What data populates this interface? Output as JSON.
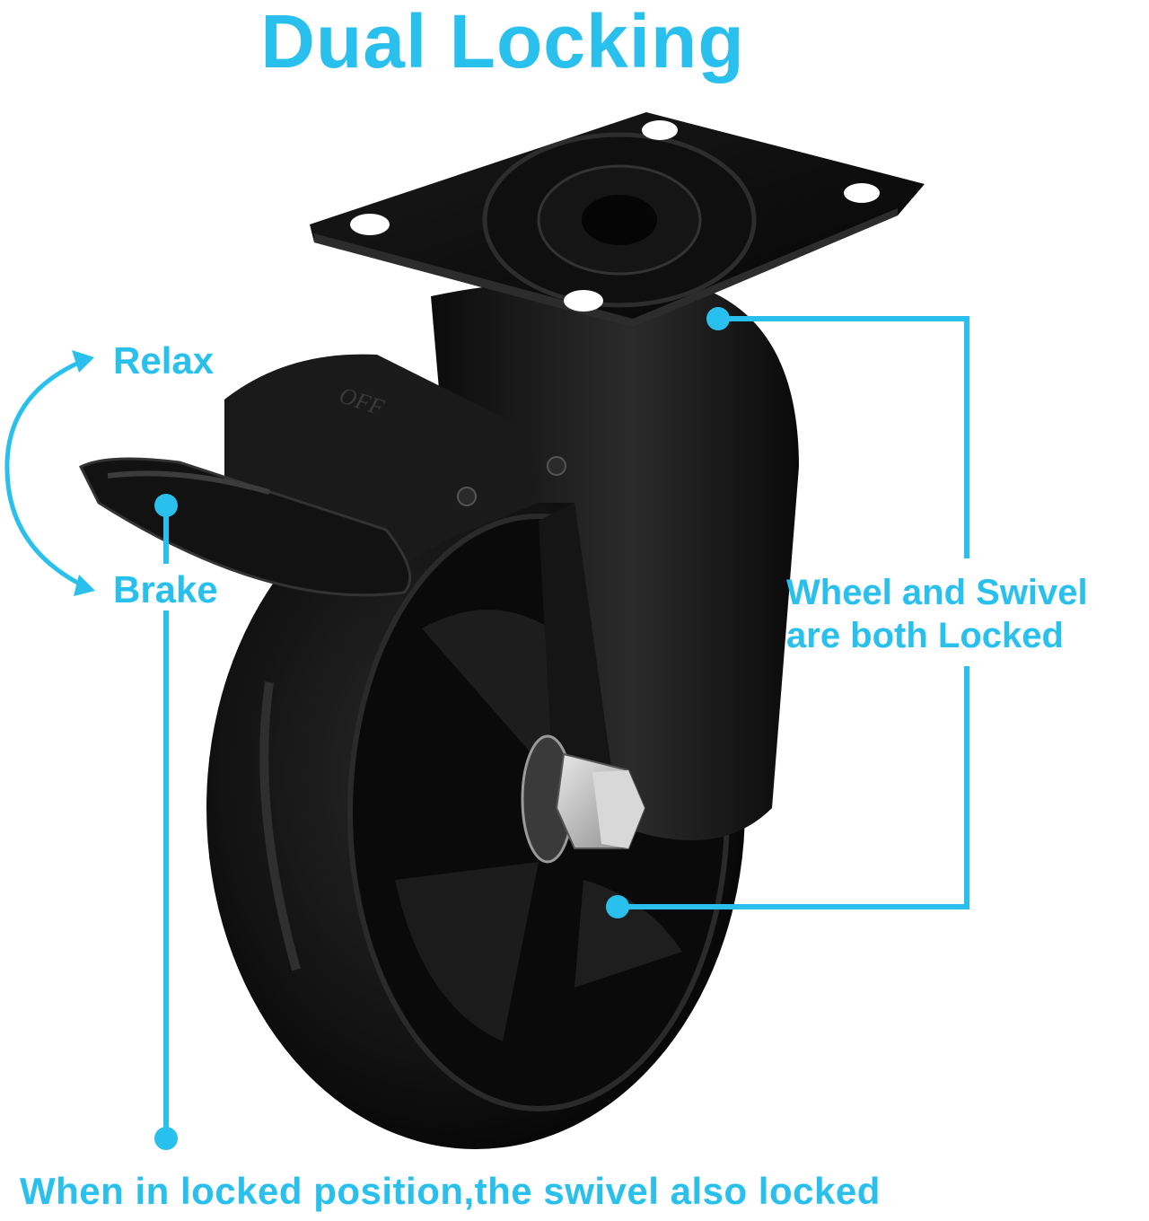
{
  "title": "Dual Locking",
  "labels": {
    "relax": "Relax",
    "brake": "Brake",
    "wheel_swivel_line1": "Wheel and Swivel",
    "wheel_swivel_line2": "are both Locked",
    "footer": "When in locked position,the swivel also locked"
  },
  "product": {
    "name": "swivel caster wheel with brake",
    "brake_pedal_marking": "OFF",
    "color": "black"
  },
  "colors": {
    "accent": "#29c0ee",
    "product": "#111111",
    "background": "#ffffff"
  },
  "icons": {
    "toggle_arrow": "curved-double-arrow-icon",
    "callout_dot": "callout-dot-icon"
  }
}
